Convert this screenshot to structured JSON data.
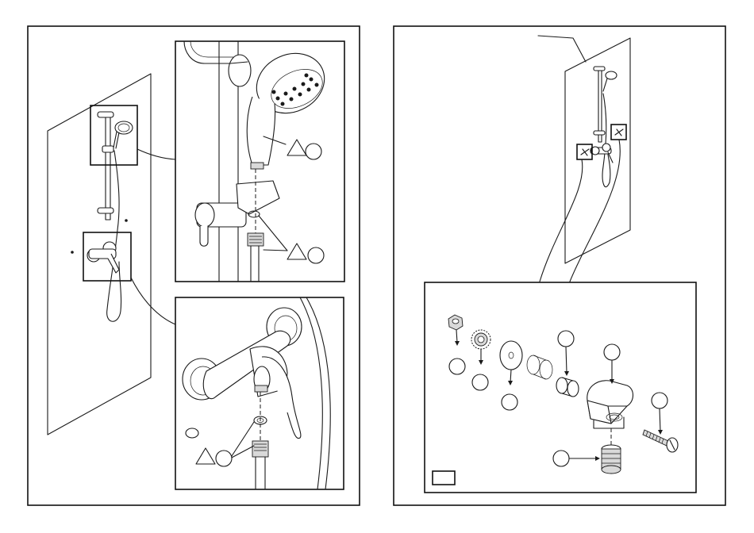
{
  "figure": {
    "panels": [
      "left-assembly",
      "right-wall-mount"
    ],
    "callout_markers": {
      "triangles": 3,
      "circles": 11
    },
    "icons": [
      "wall-panel",
      "shower-rail",
      "hand-shower",
      "mixer-valve",
      "hex-nut",
      "lock-washer",
      "flat-washer",
      "bushing",
      "bracket",
      "screw",
      "hose-fitting"
    ]
  }
}
